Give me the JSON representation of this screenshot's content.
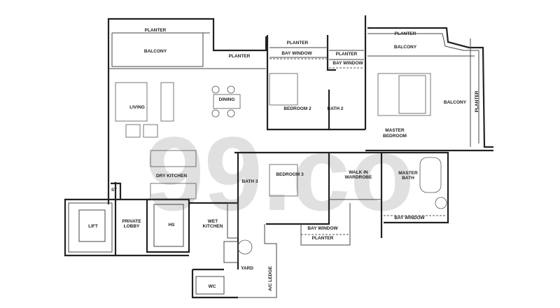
{
  "watermark": "99.co",
  "labels": {
    "planter_top_left": "PLANTER",
    "balcony_left": "BALCONY",
    "planter_mid": "PLANTER",
    "planter_bed2": "PLANTER",
    "bay_window_bed2": "BAY WINDOW",
    "planter_bath2": "PLANTER",
    "bay_window_bath2": "BAY WINDOW",
    "planter_master": "PLANTER",
    "balcony_master_top": "BALCONY",
    "living": "LIVING",
    "dining": "DINING",
    "bedroom2": "BEDROOM 2",
    "bath2": "BATH 2",
    "master_bedroom_1": "MASTER",
    "master_bedroom_2": "BEDROOM",
    "balcony_right": "BALCONY",
    "planter_right": "PLANTER",
    "dry_kitchen": "DRY KITCHEN",
    "st": "ST",
    "bath3": "BATH 3",
    "bedroom3": "BEDROOM 3",
    "walk_in_1": "WALK IN",
    "walk_in_2": "WARDROBE",
    "master_bath_1": "MASTER",
    "master_bath_2": "BATH",
    "bay_window_master_bath": "BAY WINDOW",
    "lift": "LIFT",
    "private_lobby_1": "PRIVATE",
    "private_lobby_2": "LOBBY",
    "hs": "HS",
    "wet_kitchen_1": "WET",
    "wet_kitchen_2": "KITCHEN",
    "bay_window_bed3": "BAY WINDOW",
    "planter_bed3": "PLANTER",
    "yard": "YARD",
    "ac_ledge": "A/C LEDGE",
    "wc": "WC"
  }
}
